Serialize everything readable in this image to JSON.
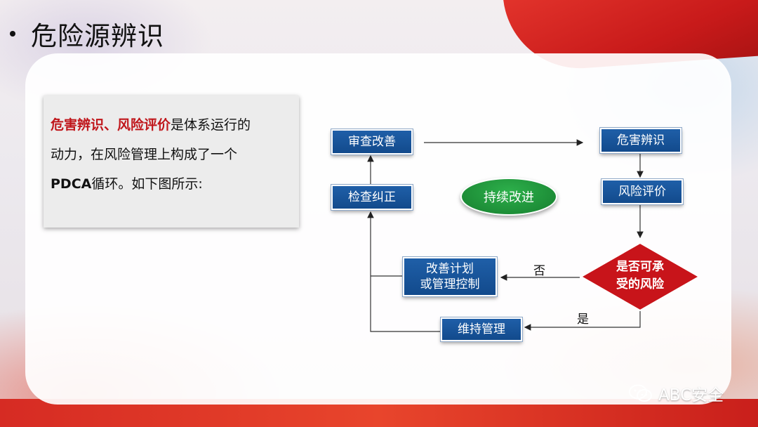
{
  "title": "危险源辨识",
  "intro": {
    "line1_highlight": "危害辨识、风险评价",
    "line1_rest": "是体系运行的",
    "line2": "动力，在风险管理上构成了一个",
    "line3_bold": "PDCA",
    "line3_rest": "循环。如下图所示:"
  },
  "diagram": {
    "nodes": {
      "review": "审查改善",
      "identify": "危害辨识",
      "check": "检查纠正",
      "evaluate": "风险评价",
      "center": "持续改进",
      "plan_line1": "改善计划",
      "plan_line2": "或管理控制",
      "decision_line1": "是否可承",
      "decision_line2": "受的风险",
      "maintain": "维持管理"
    },
    "edge_labels": {
      "no": "否",
      "yes": "是"
    },
    "colors": {
      "box": "#1a5599",
      "center": "#22a043",
      "decision": "#c8141a",
      "highlight": "#c0161b"
    }
  },
  "watermark": "ABC安全"
}
